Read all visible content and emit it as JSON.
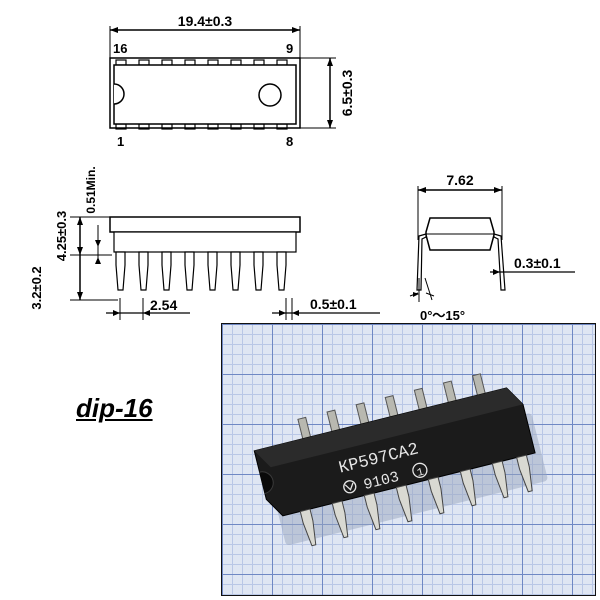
{
  "top_view": {
    "length_label": "19.4±0.3",
    "width_label": "6.5±0.3",
    "pin_16": "16",
    "pin_9": "9",
    "pin_1": "1",
    "pin_8": "8"
  },
  "side_view": {
    "min_label": "0.51Min.",
    "height_label": "4.25±0.3",
    "lead_length_label": "3.2±0.2",
    "pitch_label": "2.54",
    "lead_width_label": "0.5±0.1"
  },
  "end_view": {
    "row_spacing_label": "7.62",
    "lead_thickness_label": "0.3±0.1",
    "angle_label": "0°～15°"
  },
  "package_caption": "dip-16",
  "chip_marking": {
    "part_number": "КР597СА2",
    "date_code": "9103",
    "quality_mark": "1"
  }
}
